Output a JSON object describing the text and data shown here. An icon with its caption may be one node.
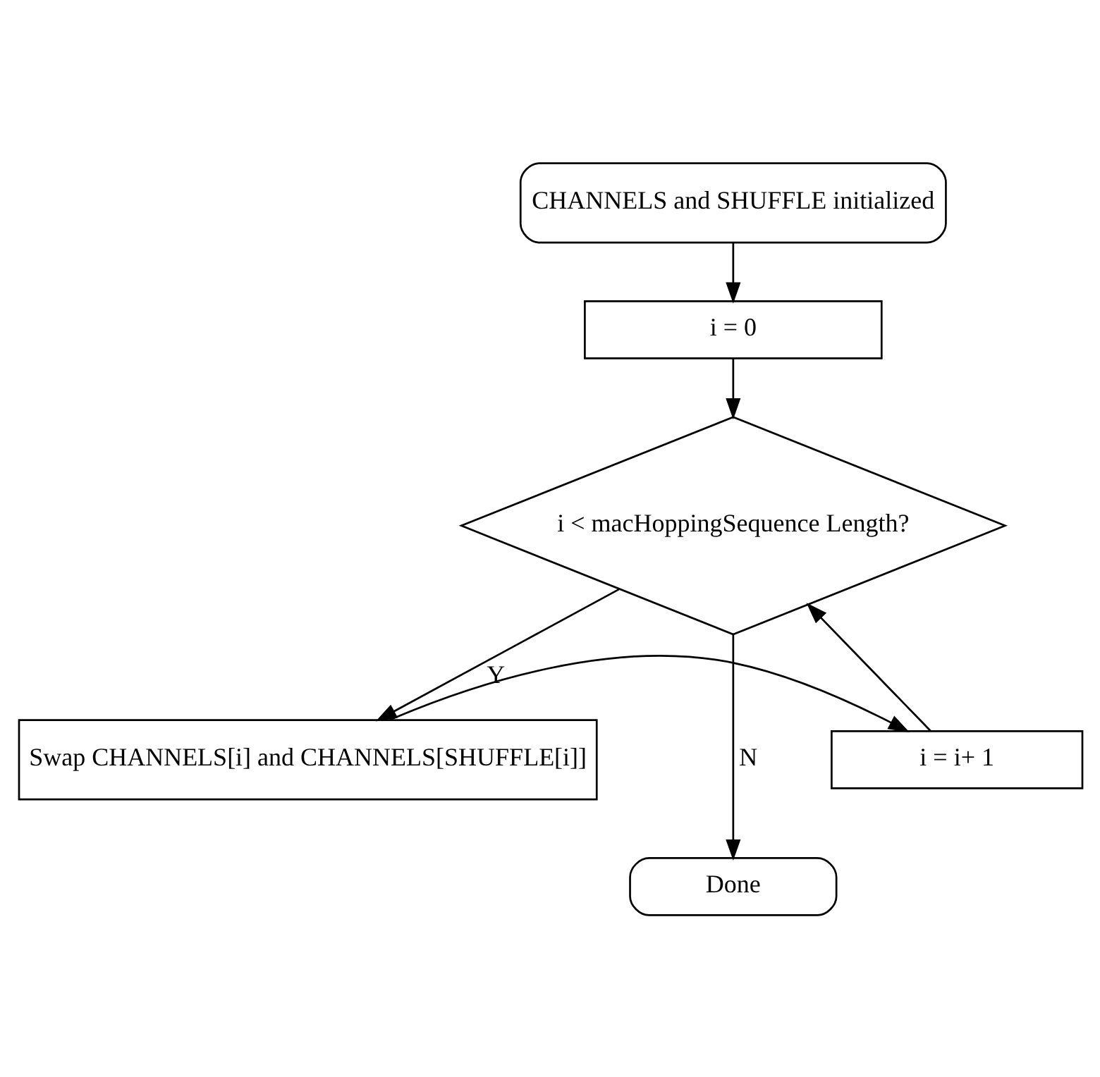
{
  "diagram": {
    "nodes": [
      {
        "text": [
          "CHANNELS and SHUFFLE initialized"
        ]
      },
      {
        "text": [
          "i = 0"
        ]
      },
      {
        "text": [
          "i < macHoppingSequence Length?"
        ]
      },
      {
        "text": [
          "i = i+ 1"
        ]
      },
      {
        "text": [
          "Swap CHANNELS[i] and CHANNELS[SHUFFLE[i]]"
        ]
      },
      {
        "text": [
          "Done"
        ]
      }
    ],
    "edges": [
      {
        "from": 0,
        "to": 1,
        "arrow": "to"
      },
      {
        "from": 1,
        "to": 2,
        "arrow": "to"
      },
      {
        "from": 2,
        "to": 4,
        "arrow": "to",
        "label": "Y"
      },
      {
        "from": 4,
        "to": 3,
        "arrow": "to"
      },
      {
        "from": 3,
        "to": 2,
        "arrow": "to"
      },
      {
        "from": 2,
        "to": 5,
        "arrow": "to",
        "label": "N"
      }
    ]
  }
}
